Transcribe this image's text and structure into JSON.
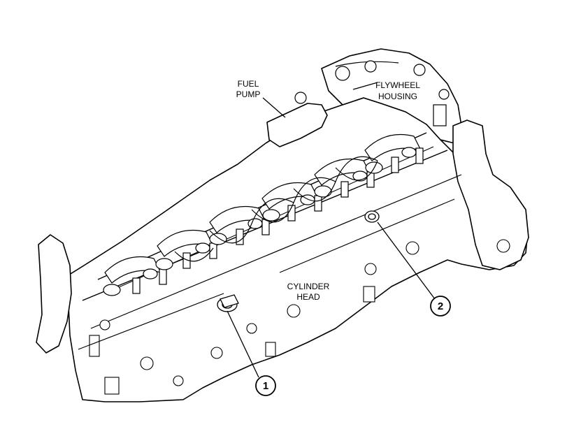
{
  "labels": {
    "fuel_pump": [
      "FUEL",
      "PUMP"
    ],
    "flywheel_housing": [
      "FLYWHEEL",
      "HOUSING"
    ],
    "cylinder_head": [
      "CYLINDER",
      "HEAD"
    ]
  },
  "callouts": {
    "one": "1",
    "two": "2"
  }
}
